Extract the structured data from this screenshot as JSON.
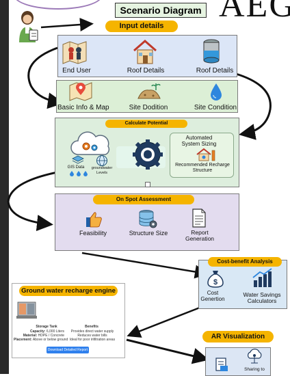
{
  "header": {
    "title": "Scenario Diagram",
    "big_text": "AEG"
  },
  "input_details": {
    "title": "Input details",
    "items": [
      {
        "label": "End User",
        "icon": "map-people-icon"
      },
      {
        "label": "Roof Details",
        "icon": "house-icon"
      },
      {
        "label": "Roof Details",
        "icon": "water-tank-icon"
      }
    ]
  },
  "site_details": {
    "items": [
      {
        "label": "Basic Info & Map",
        "icon": "map-pin-icon"
      },
      {
        "label": "Site Dodition",
        "icon": "soil-plant-icon"
      },
      {
        "label": "Site Condition",
        "icon": "water-drop-icon"
      }
    ]
  },
  "calculate": {
    "title": "Calculate Potential",
    "gis_label": "GIS Data",
    "groundwater_label": "groundwater\nLevels",
    "sizing_title": "Automated\nSystem Sizing",
    "recommended_label": "Recommended Recharge\nStructure"
  },
  "assessment": {
    "title": "On Spot Assessment",
    "items": [
      {
        "label": "Feasibility",
        "icon": "thumbs-up-icon"
      },
      {
        "label": "Structure Size",
        "icon": "database-gear-icon"
      },
      {
        "label": "Report\nGeneration",
        "icon": "document-icon"
      }
    ]
  },
  "cost_benefit": {
    "title": "Cost-benefit Analysis",
    "items": [
      {
        "label": "Cost\nGenertion",
        "icon": "money-bag-icon"
      },
      {
        "label": "Water Savings\nCalculators",
        "icon": "bar-chart-icon"
      }
    ]
  },
  "engine": {
    "title": "Ground water recharge engine",
    "storage_title": "Storage Tank",
    "capacity_label": "Capacity:",
    "capacity_value": "6,000 Liters",
    "material_label": "Material:",
    "material_value": "HDPE / Concrete",
    "placement_label": "Placement:",
    "placement_value": "Above or below ground",
    "benefits_title": "Benefits",
    "benefits": [
      "Provides direct water supply",
      "Reduces water bills",
      "Ideal for poor infiltration areas"
    ],
    "button_label": "Download Detailed Report"
  },
  "ar": {
    "title": "AR Visualization",
    "sharing_label": "Sharing to"
  },
  "colors": {
    "pill": "#f5b400",
    "input_panel": "#dce6f7",
    "site_panel": "#dcefd6",
    "calc_panel": "#ddeedd",
    "assess_panel": "#e3dcef",
    "cost_panel": "#d9e8f5",
    "ar_panel": "#dce6f4",
    "arrow": "#111111"
  }
}
